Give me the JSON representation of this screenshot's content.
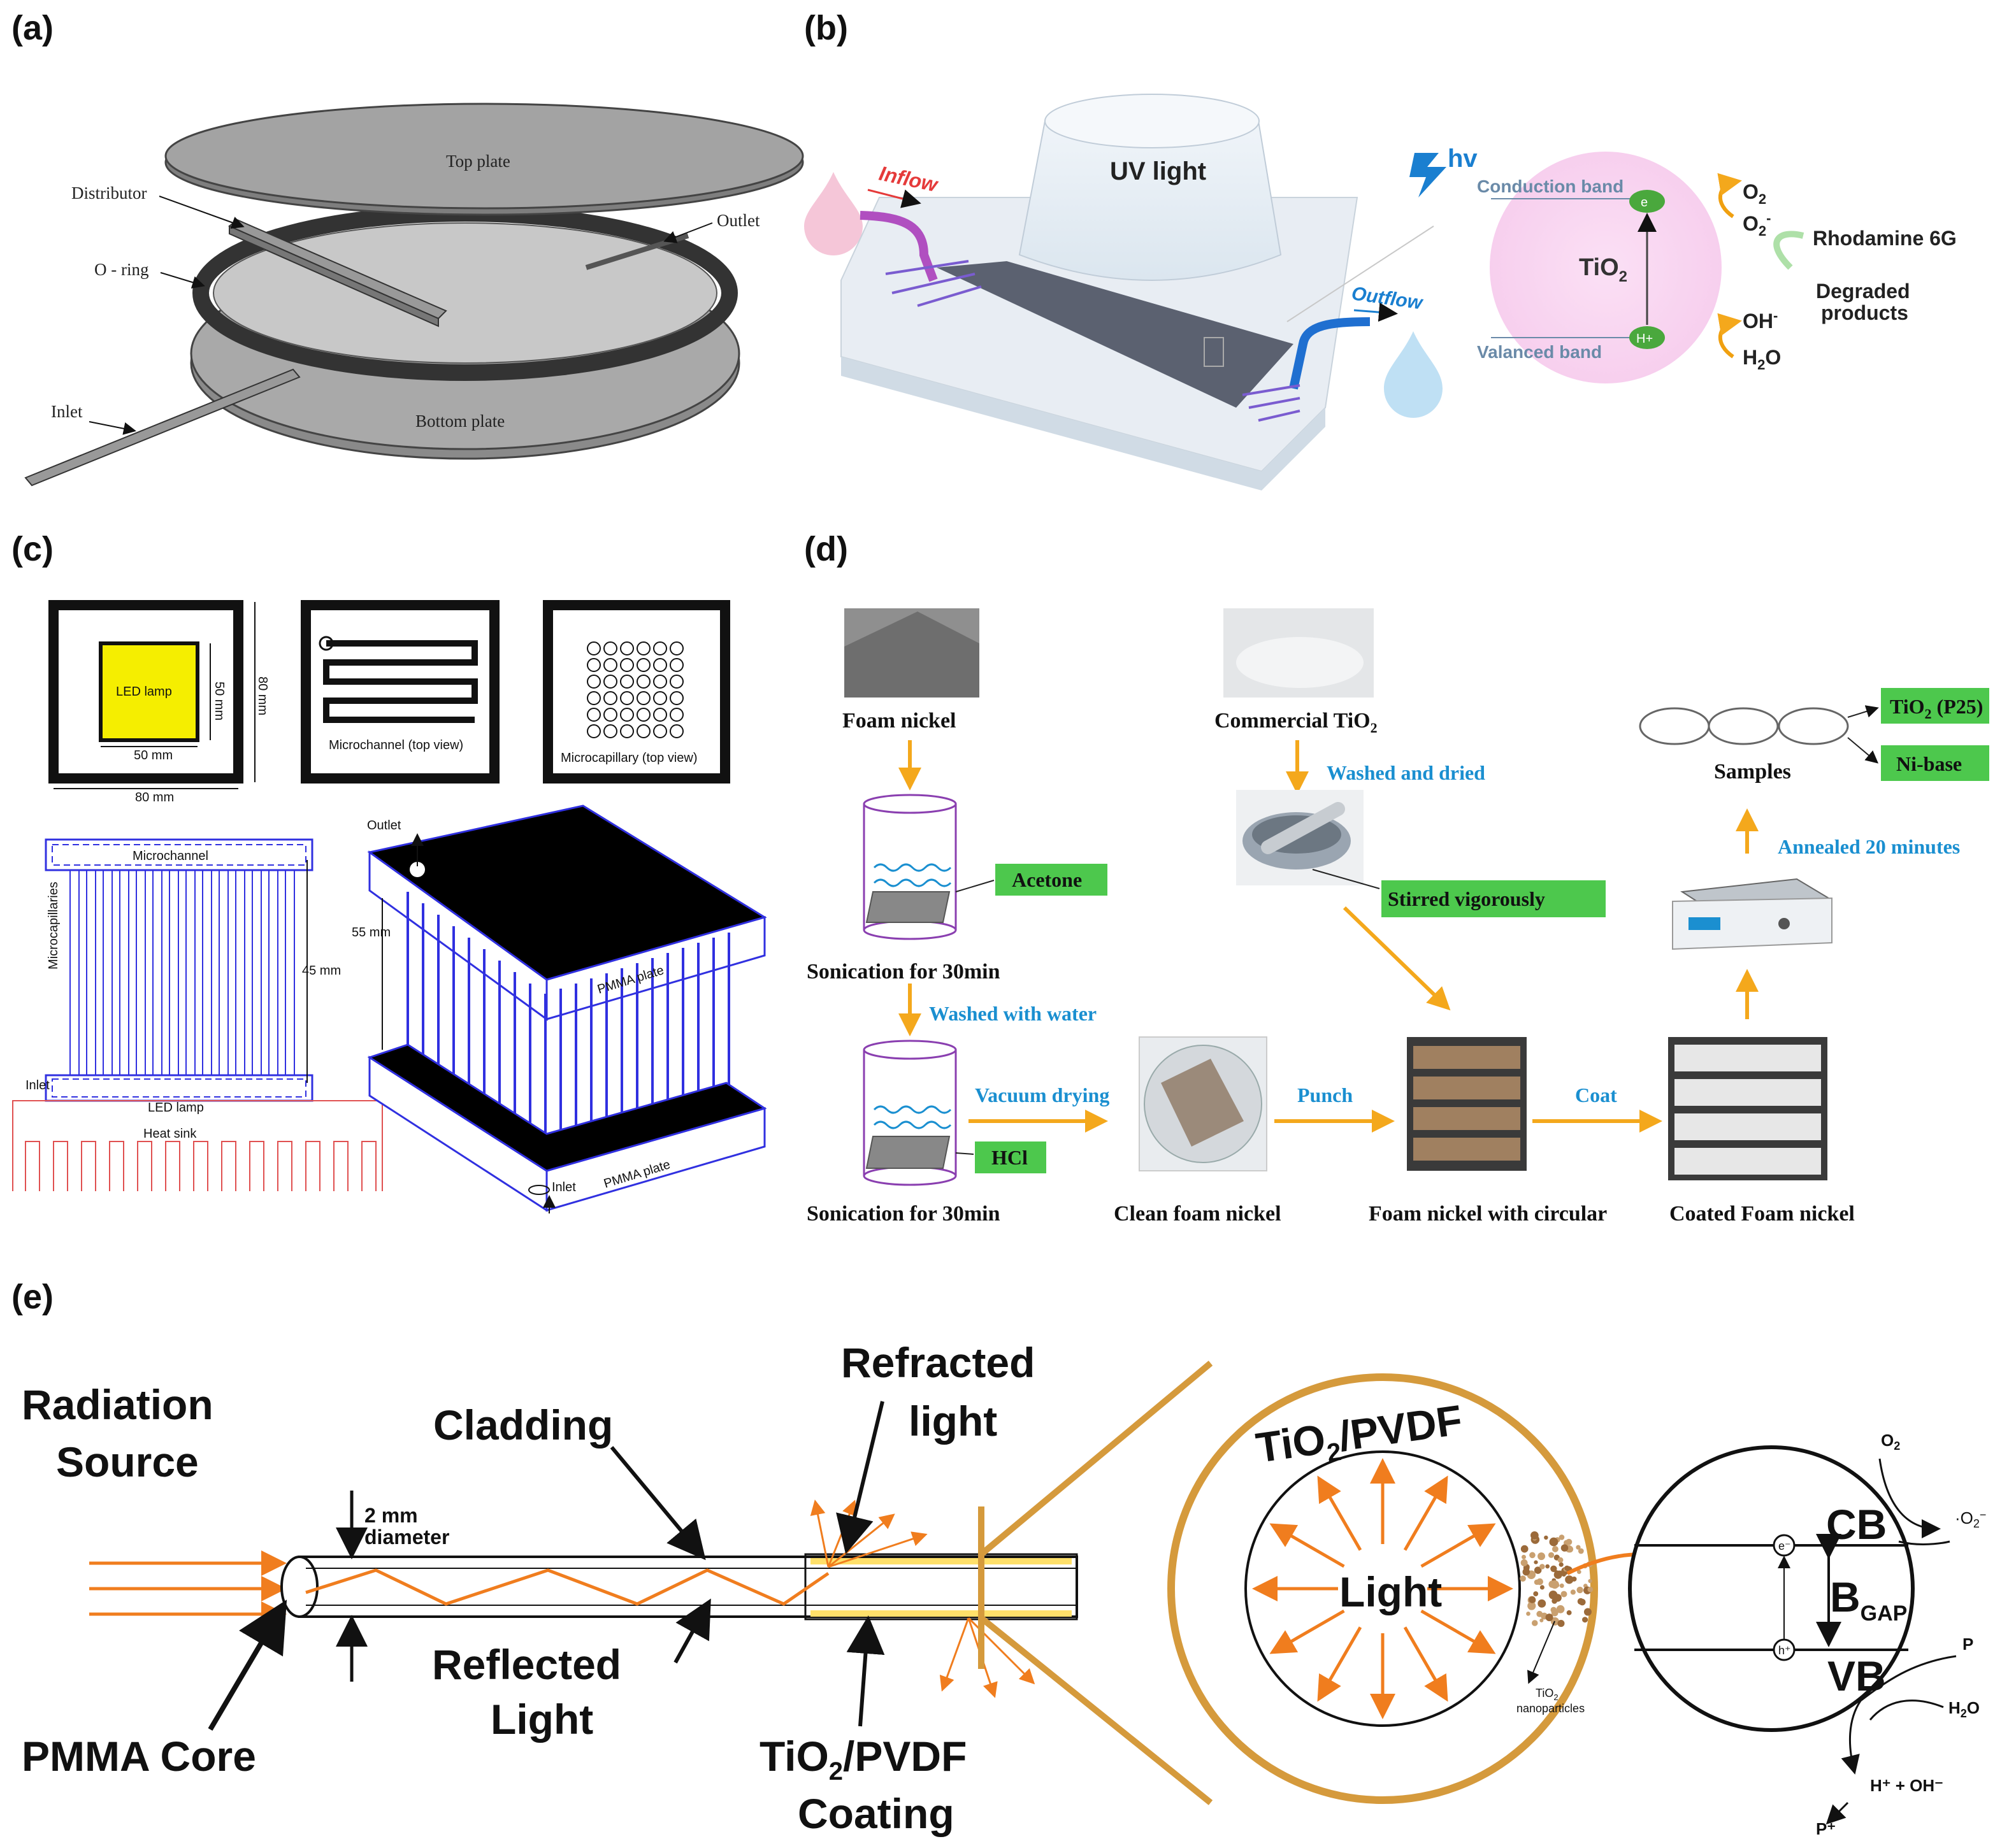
{
  "panels": {
    "a": {
      "letter": "(a)",
      "top_plate": "Top plate",
      "distributor": "Distributor",
      "outlet": "Outlet",
      "o_ring": "O - ring",
      "inlet": "Inlet",
      "bottom_plate": "Bottom plate"
    },
    "b": {
      "letter": "(b)",
      "inflow": "Inflow",
      "uv_light": "UV light",
      "outflow": "Outflow",
      "hv": "hv",
      "conduction_band": "Conduction band",
      "valanced_band": "Valanced band",
      "tio2": "TiO",
      "tio2_sub": "2",
      "electron": "e",
      "hole": "H+",
      "o2": "O",
      "o2_sub": "2",
      "o2_radical": "O",
      "o2_radical_sub": "2",
      "o2_radical_sup": "-",
      "oh": "OH",
      "oh_sup": "-",
      "h2o": "H",
      "h2o_sub": "2",
      "h2o_tail": "O",
      "rhodamine": "Rhodamine 6G",
      "degraded_1": "Degraded",
      "degraded_2": "products"
    },
    "c": {
      "letter": "(c)",
      "led_lamp": "LED lamp",
      "dim_50_v": "50 mm",
      "dim_50_h": "50 mm",
      "dim_80_v": "80 mm",
      "dim_80_h": "80 mm",
      "microchannel_top": "Microchannel (top view)",
      "microcapillary_top": "Microcapillary (top view)",
      "microchannel": "Microchannel",
      "microcapillaries": "Microcapillaries",
      "dim_45": "45 mm",
      "inlet": "Inlet",
      "led_lamp_2": "LED lamp",
      "heat_sink": "Heat sink",
      "outlet": "Outlet",
      "dim_55": "55 mm",
      "pmma_plate_top": "PMMA plate",
      "pmma_plate_bottom": "PMMA plate",
      "inlet_2": "Inlet"
    },
    "d": {
      "letter": "(d)",
      "foam_nickel": "Foam nickel",
      "commercial_tio2": "Commercial TiO",
      "commercial_tio2_sub": "2",
      "washed_dried": "Washed and dried",
      "acetone": "Acetone",
      "stirred": "Stirred vigorously",
      "sonication_1": "Sonication for 30min",
      "washed_water": "Washed with water",
      "vacuum_drying": "Vacuum drying",
      "hcl": "HCl",
      "punch": "Punch",
      "coat": "Coat",
      "sonication_2": "Sonication for 30min",
      "clean_foam": "Clean foam nickel",
      "foam_circular": "Foam nickel with circular",
      "coated_foam": "Coated Foam nickel",
      "samples": "Samples",
      "tio2_p25": "TiO",
      "tio2_p25_sub": "2",
      "tio2_p25_tail": " (P25)",
      "ni_base": "Ni-base",
      "annealed": "Annealed 20 minutes"
    },
    "e": {
      "letter": "(e)",
      "radiation_1": "Radiation",
      "radiation_2": "Source",
      "cladding": "Cladding",
      "refracted_1": "Refracted",
      "refracted_2": "light",
      "diameter_1": "2 mm",
      "diameter_2": "diameter",
      "reflected_1": "Reflected",
      "reflected_2": "Light",
      "pmma_core": "PMMA Core",
      "coating_1a": "TiO",
      "coating_1sub": "2",
      "coating_1b": "/PVDF",
      "coating_2": "Coating",
      "circle_title_a": "TiO",
      "circle_title_sub": "2",
      "circle_title_b": "/PVDF",
      "light": "Light",
      "nano_1": "TiO",
      "nano_1sub": "2",
      "nano_2": "nanoparticles",
      "o2": "O",
      "o2_sub": "2",
      "o2_radical": "·O",
      "o2_radical_sub": "2",
      "o2_radical_sup": "−",
      "cb": "CB",
      "bgap": "B",
      "bgap_sub": "GAP",
      "vb": "VB",
      "p": "P",
      "h2o": "H",
      "h2o_sub": "2",
      "h2o_tail": "O",
      "hplus": "H⁺ + OH⁻",
      "pplus": "P⁺",
      "e_minus": "e⁻",
      "h_plus": "h⁺"
    }
  },
  "colors": {
    "orange": "#f07d1e",
    "tan": "#d59a3c",
    "arrow_yellow": "#f4a81c",
    "green": "#4dc84d",
    "blue_label": "#1a8fd0",
    "purple": "#a050c0",
    "blue_grid": "#3030e0"
  }
}
